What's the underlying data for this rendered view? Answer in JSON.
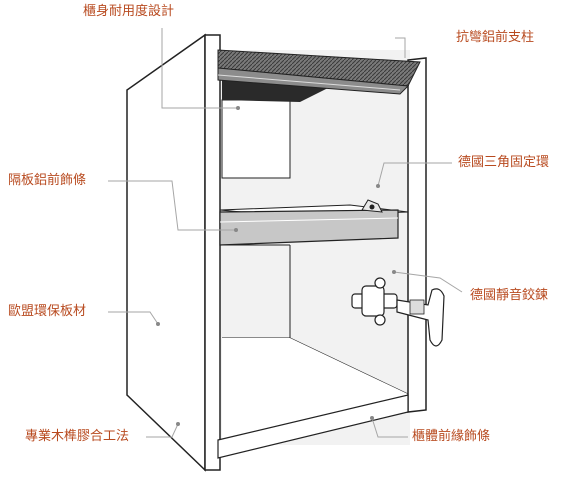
{
  "theme": {
    "label_color": "#b84a1f",
    "leader_color": "#a6a6a6",
    "outline_color": "#222222",
    "panel_fill": "#ffffff",
    "interior_fill": "#f2f2f2",
    "shadow_fill": "#2a2a2a",
    "shelf_fill": "#c7c7c7",
    "profile_fill": "#8c8c8c"
  },
  "callouts": {
    "durable_design": "櫃身耐用度設計",
    "front_post": "抗彎鋁前支柱",
    "shelf_front_trim": "隔板鋁前飾條",
    "shelf_support": "德國三角固定環",
    "eco_board": "歐盟環保板材",
    "hinge": "德國靜音鉸鍊",
    "joinery": "專業木榫膠合工法",
    "edge_trim": "櫃體前緣飾條"
  }
}
